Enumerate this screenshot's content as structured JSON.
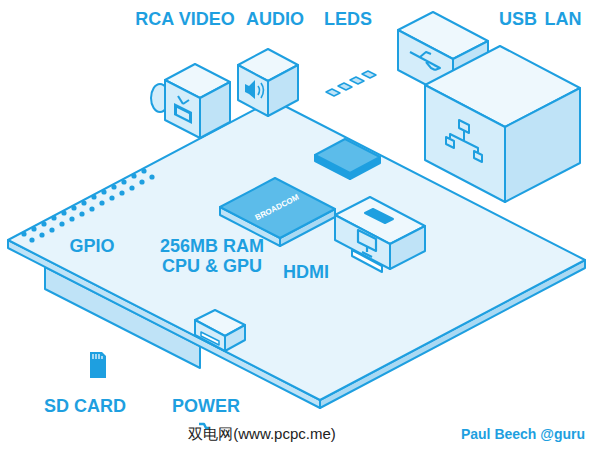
{
  "diagram": {
    "labels": [
      "RCA VIDEO",
      "AUDIO",
      "LEDS",
      "USB",
      "LAN",
      "GPIO",
      "256MB RAM CPU & GPU",
      "HDMI",
      "SD CARD",
      "POWER",
      "BROADCOM",
      "Paul Beech @guru",
      "双电网(www.pcpc.me)"
    ]
  }
}
